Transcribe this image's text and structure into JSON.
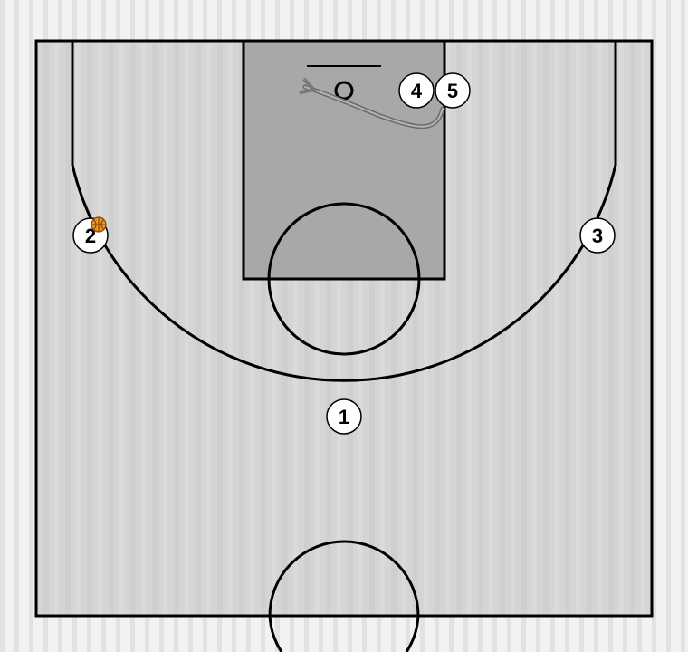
{
  "players": [
    {
      "label": "1"
    },
    {
      "label": "2"
    },
    {
      "label": "3"
    },
    {
      "label": "4"
    },
    {
      "label": "5"
    }
  ],
  "colors": {
    "court": "#d8d8d8",
    "paint": "#a6a6a6",
    "lines": "#000000",
    "cut_arrow": "#7a7a7a",
    "ball": "#e8952a"
  },
  "ball_holder": "2",
  "movements": [
    {
      "player": "5",
      "type": "cut",
      "to": "basket-left"
    }
  ]
}
